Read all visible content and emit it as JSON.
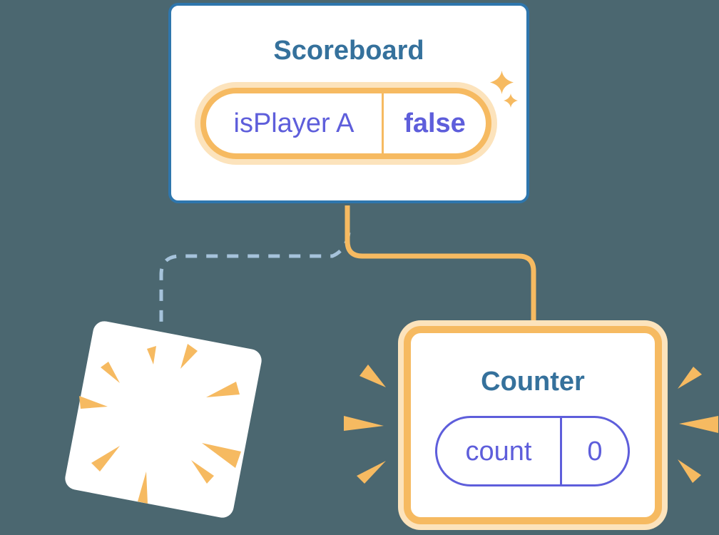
{
  "diagram": {
    "scoreboard": {
      "title": "Scoreboard",
      "state": {
        "key": "isPlayer A",
        "value": "false"
      }
    },
    "counter": {
      "title": "Counter",
      "state": {
        "key": "count",
        "value": "0"
      }
    }
  },
  "icons": {
    "sparkles": "sparkles-icon",
    "poof_burst": "poof-burst-icon",
    "emphasis_left": "emphasis-marks-left",
    "emphasis_right": "emphasis-marks-right"
  },
  "colors": {
    "background": "#4B6770",
    "card_white": "#FFFFFF",
    "card_border_blue": "#2E76AD",
    "title_blue": "#35719C",
    "state_purple": "#5E5EDB",
    "highlight_orange": "#F6BA61",
    "highlight_orange_glow": "#FCE3BC",
    "dashed_line_blue": "#A6C3DB"
  }
}
